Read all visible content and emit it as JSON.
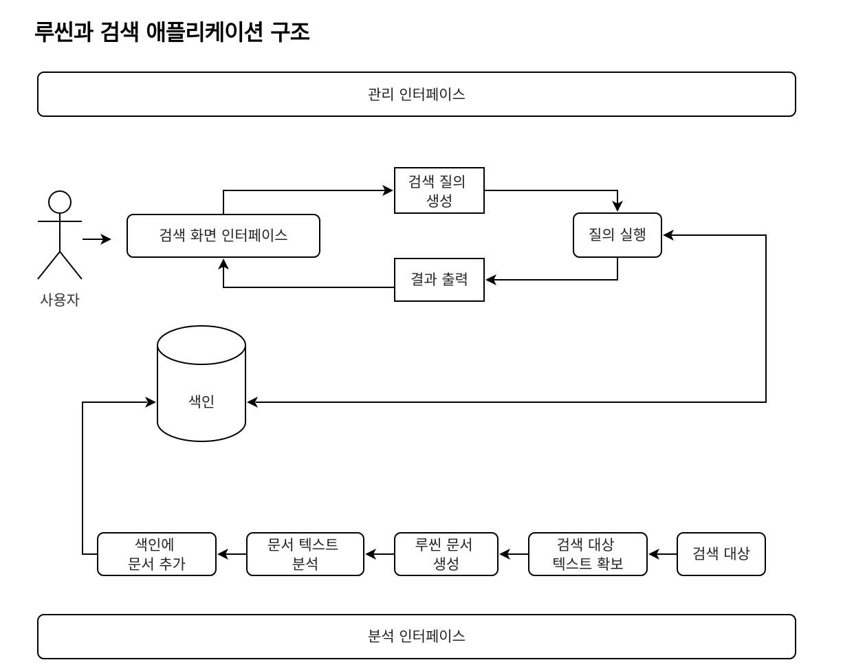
{
  "title": "루씬과 검색 애플리케이션 구조",
  "actor": {
    "label": "사용자"
  },
  "nodes": {
    "admin_interface": "관리 인터페이스",
    "search_ui": "검색 화면 인터페이스",
    "query_gen": [
      "검색 질의",
      "생성"
    ],
    "query_exec": "질의 실행",
    "result_output": "결과 출력",
    "index": "색인",
    "add_to_index": [
      "색인에",
      "문서 추가"
    ],
    "analyze_text": [
      "문서 텍스트",
      "분석"
    ],
    "create_doc": [
      "루씬 문서",
      "생성"
    ],
    "secure_text": [
      "검색 대상",
      "텍스트 확보"
    ],
    "search_target": "검색 대상",
    "analysis_interface": "분석 인터페이스"
  }
}
